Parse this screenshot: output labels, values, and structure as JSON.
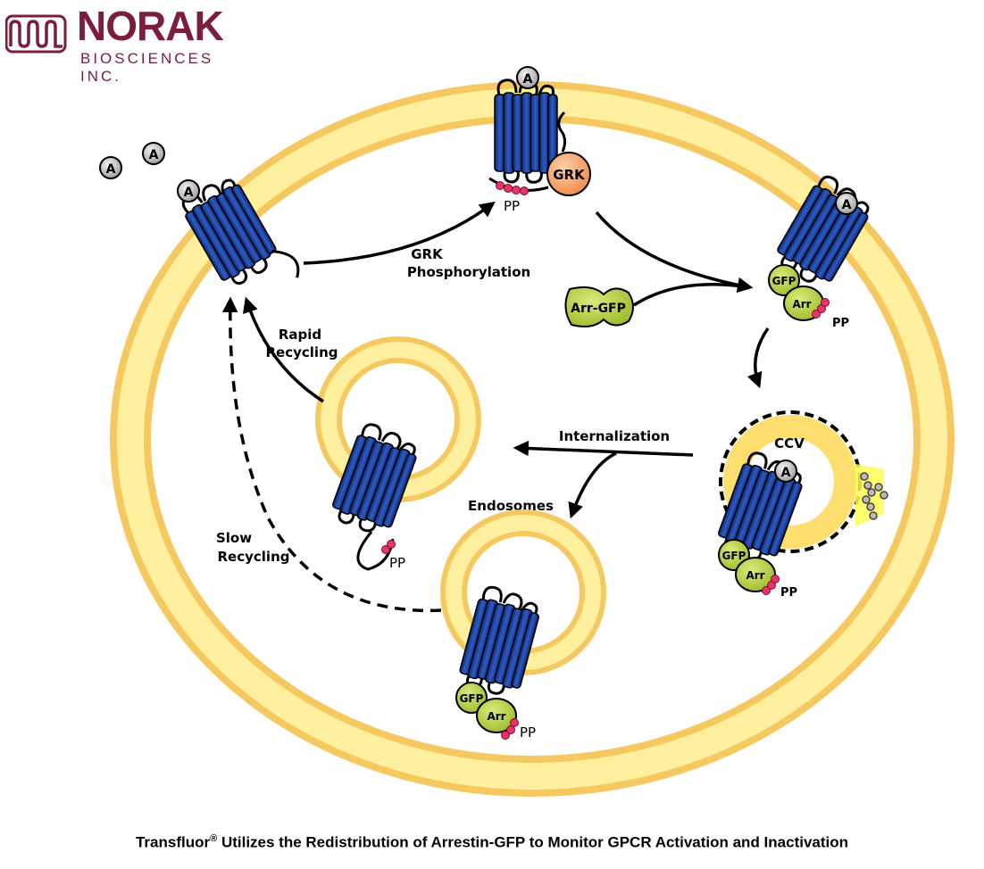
{
  "logo": {
    "name": "NORAK",
    "sub": "BIOSCIENCES INC."
  },
  "labels": {
    "agonist": "A",
    "grk": "GRK",
    "pp": "PP",
    "gfp": "GFP",
    "arr": "Arr",
    "arr_gfp": "Arr-GFP",
    "ccv": "CCV",
    "grk_phos_line1": "GRK",
    "grk_phos_line2": "Phosphorylation",
    "rapid_line1": "Rapid",
    "rapid_line2": "Recycling",
    "slow_line1": "Slow",
    "slow_line2": "Recycling",
    "internalization": "Internalization",
    "endosomes": "Endosomes"
  },
  "caption": {
    "brand": "Transfluor",
    "mark": "®",
    "text": " Utilizes the Redistribution of Arrestin-GFP to Monitor GPCR Activation and Inactivation"
  },
  "colors": {
    "membrane": "#ffe27a",
    "membrane_edge": "#f3b54a",
    "receptor": "#1d3f9e",
    "receptor_dark": "#0d1f5e",
    "arrestin": "#b8d44a",
    "grk": "#f5a46a",
    "phosphate": "#e8346a",
    "logo": "#7a1e3c"
  }
}
